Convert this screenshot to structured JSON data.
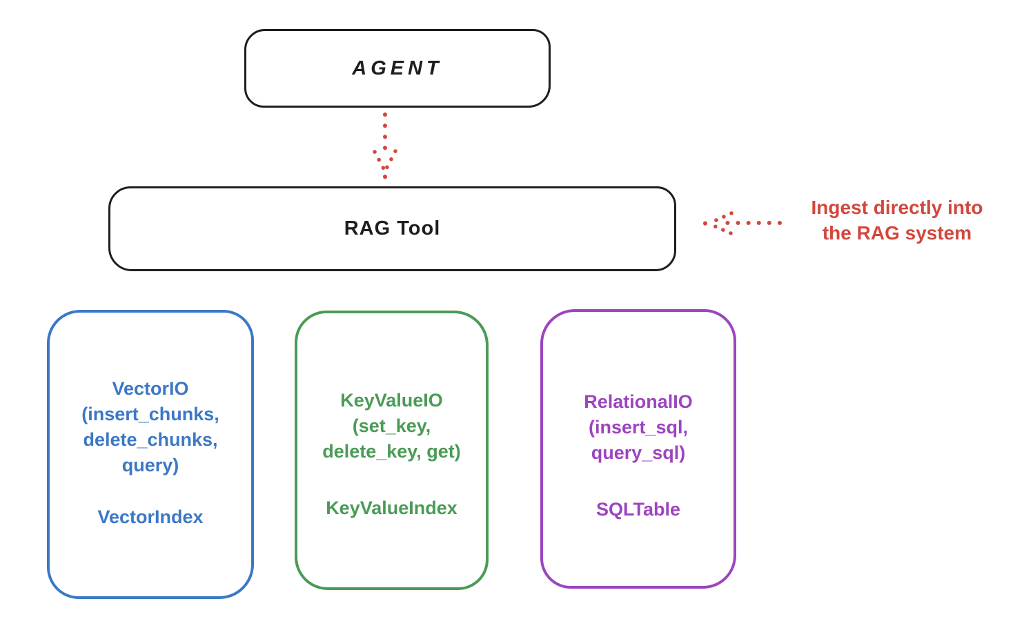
{
  "colors": {
    "background": "#ffffff",
    "ink": "#1e1e1e",
    "red": "#d2473d",
    "blue": "#3b78c6",
    "green": "#4a9b55",
    "purple": "#9d44c0"
  },
  "nodes": {
    "agent": {
      "label": "AGENT"
    },
    "rag_tool": {
      "label": "RAG Tool"
    },
    "vector_io": {
      "title_lines": [
        "VectorIO",
        "(insert_chunks,",
        "delete_chunks,",
        "query)"
      ],
      "index_label": "VectorIndex",
      "color": "#3b78c6"
    },
    "key_value_io": {
      "title_lines": [
        "KeyValueIO",
        "(set_key,",
        "delete_key, get)"
      ],
      "index_label": "KeyValueIndex",
      "color": "#4a9b55"
    },
    "relational_io": {
      "title_lines": [
        "RelationalIO",
        "(insert_sql,",
        "query_sql)"
      ],
      "index_label": "SQLTable",
      "color": "#9d44c0"
    }
  },
  "annotation": {
    "lines": [
      "Ingest directly into",
      "the RAG system"
    ],
    "color": "#d2473d"
  },
  "icons": {
    "agent_to_rag": "dotted-arrow-down",
    "ingest_pointer": "dotted-arrow-left"
  }
}
